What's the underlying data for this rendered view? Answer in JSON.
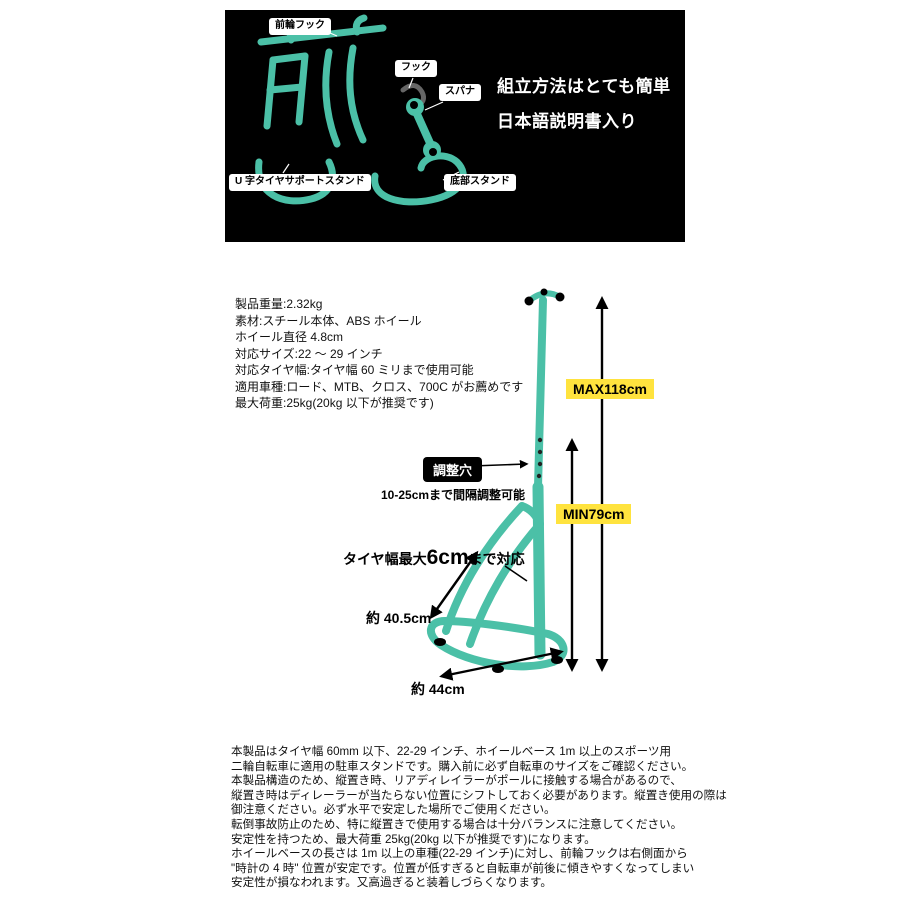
{
  "colors": {
    "teal": "#4bc0a7",
    "yellow": "#ffe33e",
    "black": "#000000"
  },
  "top_panel": {
    "labels": {
      "front_hook": "前輪フック",
      "hook": "フック",
      "spanner": "スパナ",
      "u_support": "U 字タイヤサポートスタンド",
      "bottom_stand": "底部スタンド"
    },
    "heading_line1": "組立方法はとても簡単",
    "heading_line2": "日本語説明書入り"
  },
  "specs": {
    "lines": [
      "製品重量:2.32kg",
      "素材:スチール本体、ABS ホイール",
      "ホイール直径 4.8cm",
      "対応サイズ:22 〜 29 インチ",
      "対応タイヤ幅:タイヤ幅 60 ミリまで使用可能",
      "適用車種:ロード、MTB、クロス、700C がお薦めです",
      "最大荷重:25kg(20kg 以下が推奨です)"
    ]
  },
  "diagram": {
    "max_label": "MAX118cm",
    "min_label": "MIN79cm",
    "adjust_label": "調整穴",
    "adjust_note": "10-25cmまで間隔調整可能",
    "tire_note_prefix": "タイヤ幅最大",
    "tire_note_size": "6cm",
    "tire_note_suffix": "まで対応",
    "depth_label": "約 40.5cm",
    "width_label": "約 44cm"
  },
  "description": {
    "lines": [
      "本製品はタイヤ幅 60mm 以下、22-29 インチ、ホイールベース 1m 以上のスポーツ用",
      "二輪自転車に適用の駐車スタンドです。購入前に必ず自転車のサイズをご確認ください。",
      "本製品構造のため、縦置き時、リアディレイラーがポールに接触する場合があるので、",
      "縦置き時はディレーラーが当たらない位置にシフトしておく必要があります。縦置き使用の際は",
      "御注意ください。必ず水平で安定した場所でご使用ください。",
      "転倒事故防止のため、特に縦置きで使用する場合は十分バランスに注意してください。",
      "安定性を持つため、最大荷重 25kg(20kg 以下が推奨です)になります。",
      "ホイールベースの長さは 1m 以上の車種(22-29 インチ)に対し、前輪フックは右側面から",
      "\"時計の 4 時\" 位置が安定です。位置が低すぎると自転車が前後に傾きやすくなってしまい",
      "安定性が損なわれます。又高過ぎると装着しづらくなります。"
    ]
  }
}
